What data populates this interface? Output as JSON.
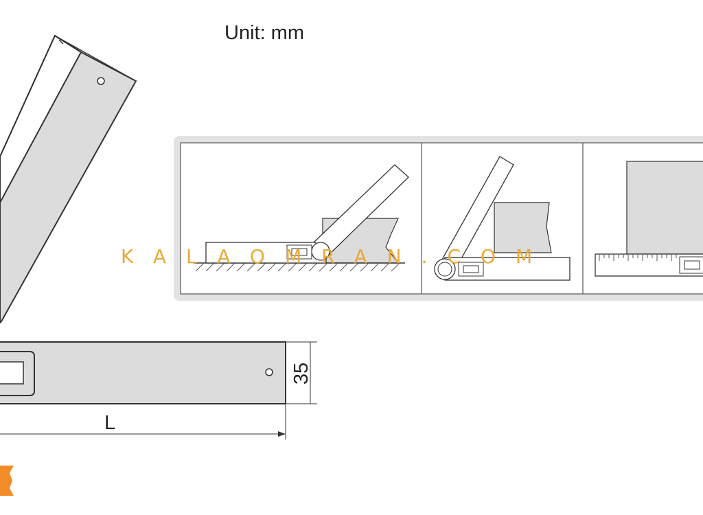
{
  "unit_label": "Unit: mm",
  "dimensions": {
    "height": "35",
    "length": "L"
  },
  "watermark": "KALAOMRAN.COM",
  "colors": {
    "ruler_fill": "#dcdcdc",
    "line": "#333333",
    "panel_frame": "#d0d0d0",
    "watermark": "#e8a93a",
    "logo": "#f28c28"
  },
  "usage_panels": [
    {
      "name": "measuring-angle-on-surface"
    },
    {
      "name": "measuring-angle-of-block"
    },
    {
      "name": "measuring-with-scale"
    }
  ]
}
